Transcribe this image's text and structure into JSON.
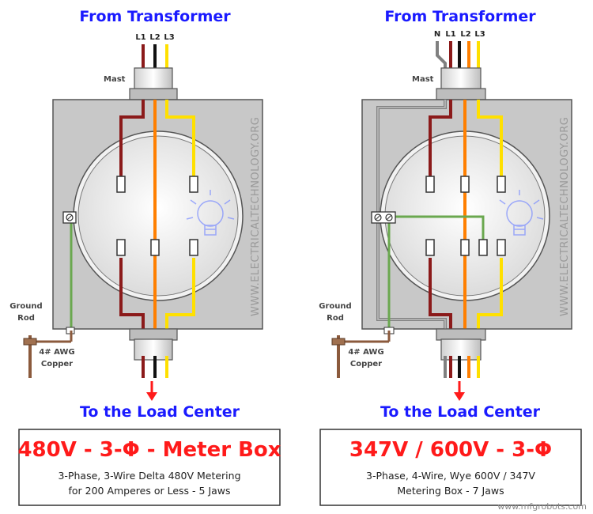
{
  "colors": {
    "heading": "#1a1aff",
    "title_red": "#ff1a1a",
    "wire_l1": "#8b1a1a",
    "wire_l2": "#ff7f00",
    "wire_l3": "#ffe000",
    "wire_black": "#111111",
    "wire_neutral": "#808080",
    "ground_wire": "#6aa84f",
    "box_fill": "#c8c8c8",
    "meter_fill": "#ececec"
  },
  "left": {
    "top_heading": "From Transformer",
    "phase_labels": [
      "L1",
      "L2",
      "L3"
    ],
    "mast_label": "Mast",
    "watermark": "WWW.ELECTRICALTECHNOLOGY.ORG",
    "ground_label_1": "Ground",
    "ground_label_2": "Rod",
    "awg_label_1": "4# AWG",
    "awg_label_2": "Copper",
    "bottom_heading": "To the Load Center",
    "box_title": "480V - 3-Φ - Meter Box",
    "box_desc_1": "3-Phase, 3-Wire Delta 480V Metering",
    "box_desc_2": "for 200 Amperes or Less - 5 Jaws"
  },
  "right": {
    "top_heading": "From Transformer",
    "phase_labels": [
      "N",
      "L1",
      "L2",
      "L3"
    ],
    "mast_label": "Mast",
    "watermark": "WWW.ELECTRICALTECHNOLOGY.ORG",
    "ground_label_1": "Ground",
    "ground_label_2": "Rod",
    "awg_label_1": "4# AWG",
    "awg_label_2": "Copper",
    "bottom_heading": "To the Load Center",
    "box_title": "347V / 600V - 3-Φ",
    "box_desc_1": "3-Phase, 4-Wire,  Wye 600V / 347V",
    "box_desc_2": "Metering Box - 7 Jaws"
  },
  "credit": "www.mfgrobots.com"
}
